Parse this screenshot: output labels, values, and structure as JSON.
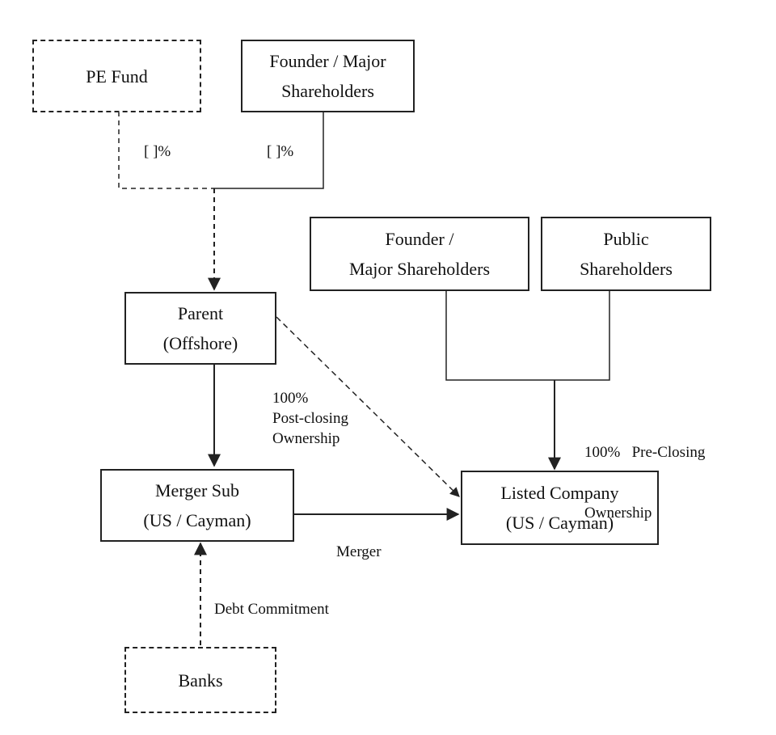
{
  "nodes": {
    "pe_fund": {
      "lines": [
        "PE Fund"
      ]
    },
    "founder_top": {
      "lines": [
        "Founder / Major",
        "Shareholders"
      ]
    },
    "founder_right": {
      "lines": [
        "Founder /",
        "Major Shareholders"
      ]
    },
    "public": {
      "lines": [
        "Public",
        "Shareholders"
      ]
    },
    "parent": {
      "lines": [
        "Parent",
        "(Offshore)"
      ]
    },
    "merger_sub": {
      "lines": [
        "Merger Sub",
        "(US / Cayman)"
      ]
    },
    "listed": {
      "lines": [
        "Listed Company",
        "(US / Cayman)"
      ]
    },
    "banks": {
      "lines": [
        "Banks"
      ]
    }
  },
  "labels": {
    "pe_pct": "[ ]%",
    "founder_pct": "[ ]%",
    "post_closing": [
      "100%",
      "Post-closing",
      "Ownership"
    ],
    "pre_closing": [
      "100%   Pre-Closing",
      "Ownership"
    ],
    "merger": "Merger",
    "debt": "Debt Commitment"
  },
  "colors": {
    "line": "#222222",
    "text": "#111111",
    "background": "#ffffff"
  }
}
